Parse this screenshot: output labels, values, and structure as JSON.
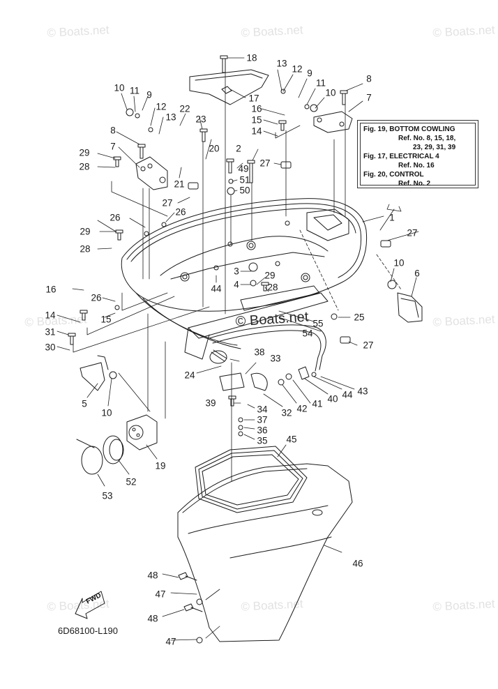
{
  "diagram": {
    "title": "Yamaha Outboard Bottom Cowling Parts Diagram",
    "diagram_code": "6D68100-L190",
    "fwd_label": "FWD",
    "watermark_text": "© Boats.net",
    "reference_box": {
      "lines": [
        {
          "text": "Fig. 19, BOTTOM COWLING",
          "indent": 0
        },
        {
          "text": "Ref. No. 8, 15, 18,",
          "indent": 1
        },
        {
          "text": "23, 29, 31, 39",
          "indent": 2
        },
        {
          "text": "Fig. 17, ELECTRICAL 4",
          "indent": 0
        },
        {
          "text": "Ref. No. 16",
          "indent": 1
        },
        {
          "text": "Fig. 20, CONTROL",
          "indent": 0
        },
        {
          "text": "Ref. No. 2",
          "indent": 1
        }
      ]
    },
    "callouts": [
      {
        "label": "18"
      },
      {
        "label": "17"
      },
      {
        "label": "13"
      },
      {
        "label": "12"
      },
      {
        "label": "9"
      },
      {
        "label": "8"
      },
      {
        "label": "11"
      },
      {
        "label": "10"
      },
      {
        "label": "7"
      },
      {
        "label": "16"
      },
      {
        "label": "15"
      },
      {
        "label": "14"
      },
      {
        "label": "10"
      },
      {
        "label": "11"
      },
      {
        "label": "9"
      },
      {
        "label": "12"
      },
      {
        "label": "13"
      },
      {
        "label": "22"
      },
      {
        "label": "23"
      },
      {
        "label": "8"
      },
      {
        "label": "7"
      },
      {
        "label": "29"
      },
      {
        "label": "28"
      },
      {
        "label": "20"
      },
      {
        "label": "2"
      },
      {
        "label": "49"
      },
      {
        "label": "27"
      },
      {
        "label": "51"
      },
      {
        "label": "50"
      },
      {
        "label": "21"
      },
      {
        "label": "27"
      },
      {
        "label": "26"
      },
      {
        "label": "26"
      },
      {
        "label": "29"
      },
      {
        "label": "28"
      },
      {
        "label": "1"
      },
      {
        "label": "27"
      },
      {
        "label": "10"
      },
      {
        "label": "6"
      },
      {
        "label": "3"
      },
      {
        "label": "29"
      },
      {
        "label": "4"
      },
      {
        "label": "28"
      },
      {
        "label": "44"
      },
      {
        "label": "16"
      },
      {
        "label": "26"
      },
      {
        "label": "15"
      },
      {
        "label": "14"
      },
      {
        "label": "31"
      },
      {
        "label": "30"
      },
      {
        "label": "25"
      },
      {
        "label": "55"
      },
      {
        "label": "54"
      },
      {
        "label": "27"
      },
      {
        "label": "38"
      },
      {
        "label": "33"
      },
      {
        "label": "24"
      },
      {
        "label": "43"
      },
      {
        "label": "44"
      },
      {
        "label": "40"
      },
      {
        "label": "41"
      },
      {
        "label": "42"
      },
      {
        "label": "32"
      },
      {
        "label": "39"
      },
      {
        "label": "34"
      },
      {
        "label": "37"
      },
      {
        "label": "36"
      },
      {
        "label": "35"
      },
      {
        "label": "5"
      },
      {
        "label": "10"
      },
      {
        "label": "45"
      },
      {
        "label": "19"
      },
      {
        "label": "52"
      },
      {
        "label": "53"
      },
      {
        "label": "46"
      },
      {
        "label": "48"
      },
      {
        "label": "47"
      },
      {
        "label": "48"
      },
      {
        "label": "47"
      }
    ]
  }
}
